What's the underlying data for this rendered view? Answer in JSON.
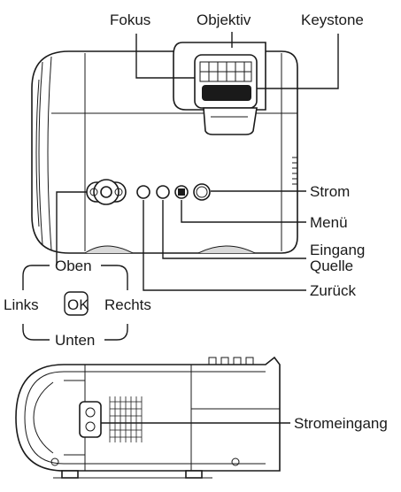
{
  "top_view": {
    "labels": {
      "focus": "Fokus",
      "lens": "Objektiv",
      "keystone": "Keystone",
      "power": "Strom",
      "menu": "Menü",
      "input": "Eingang",
      "source": "Quelle",
      "back": "Zurück"
    }
  },
  "dpad": {
    "up": "Oben",
    "down": "Unten",
    "left": "Links",
    "right": "Rechts",
    "ok": "OK"
  },
  "side_view": {
    "labels": {
      "power_input": "Stromeingang"
    }
  }
}
